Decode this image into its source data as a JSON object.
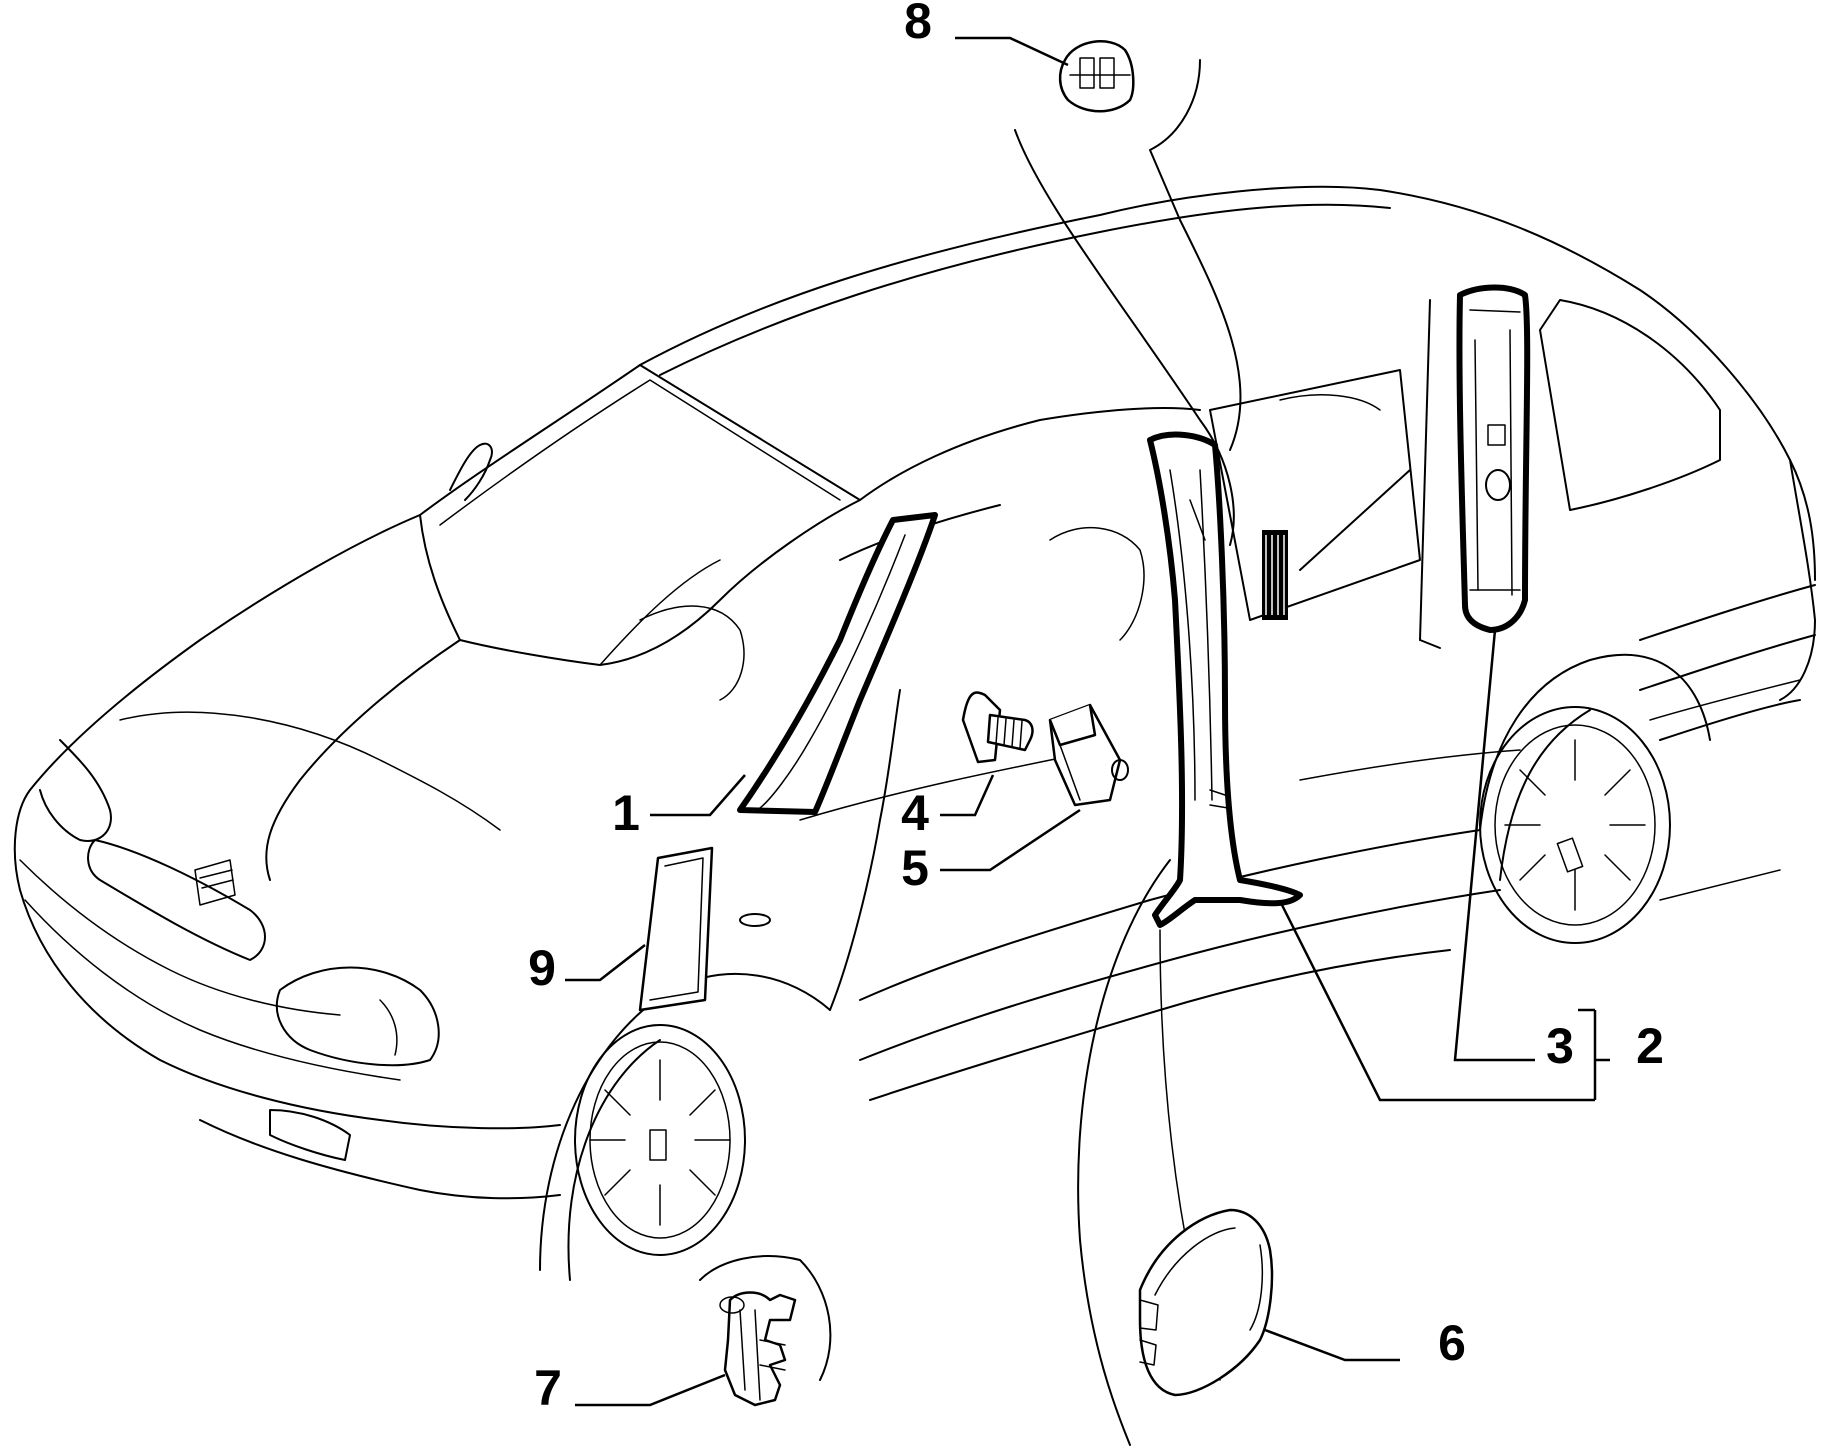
{
  "diagram": {
    "callouts": {
      "c1": "1",
      "c2": "2",
      "c3": "3",
      "c4": "4",
      "c5": "5",
      "c6": "6",
      "c7": "7",
      "c8": "8",
      "c9": "9"
    }
  },
  "colors": {
    "line": "#000000",
    "background": "#ffffff"
  }
}
